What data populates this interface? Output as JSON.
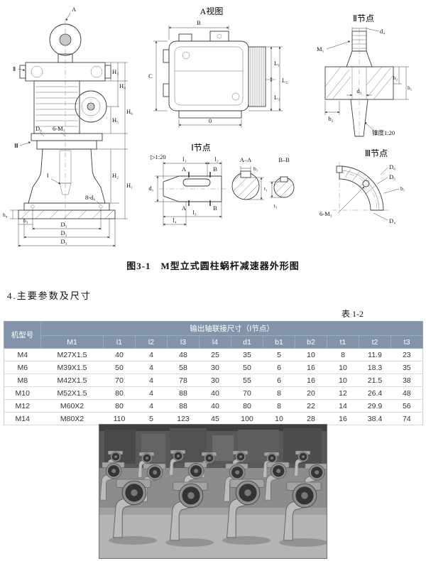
{
  "page": {
    "figure_caption": "图3-1　M型立式圆柱蜗杆减速器外形图",
    "section_heading": "4.主要参数及尺寸",
    "table_ref": "表 1-2"
  },
  "colors": {
    "table_header_bg": "#8294a9",
    "drawing_line": "#3a3a3a"
  },
  "drawings": {
    "front_view": {
      "labels": {
        "view_arrow": "A",
        "H1": "H₁",
        "H2": "H₂",
        "H3": "H₃",
        "H4": "H₄",
        "H5": "H₅",
        "H6": "H₆",
        "D1": "D₁",
        "D2": "D₂",
        "D3": "D₃",
        "D6": "D₆",
        "bolts_6M3": "6-M₃",
        "holes_8d0": "8-d₀",
        "h4": "h₄",
        "b3": "b₃",
        "node_I": "Ⅰ",
        "node_II": "Ⅱ",
        "node_III": "Ⅲ"
      }
    },
    "view_A": {
      "title": "A视图",
      "labels": {
        "B": "B",
        "C": "C",
        "L1": "L₁",
        "L2": "L₂",
        "L3": "L₃",
        "zero": "0"
      }
    },
    "node_II": {
      "title": "Ⅱ节点",
      "labels": {
        "d4": "d₄",
        "M1": "M₁",
        "d3": "d₃",
        "h1": "h₁",
        "h2": "h₂",
        "b2": "b₂",
        "taper": "锥度1:20"
      }
    },
    "node_I": {
      "title": "Ⅰ节点",
      "labels": {
        "taper": "▷1:20",
        "l1": "l₁",
        "l2": "l₂",
        "l3": "l₃",
        "l4": "l₄",
        "d1": "d₁",
        "A": "A",
        "B": "B",
        "section_AA": "A–A",
        "section_BB": "B–B",
        "b1": "b₁",
        "t1": "t₁",
        "t3": "t₃"
      }
    },
    "node_III": {
      "title": "Ⅲ节点",
      "labels": {
        "D6": "D₆",
        "D5": "D₅",
        "D4": "D₄",
        "b1": "b₁",
        "bolts_6M3": "6-M₃"
      }
    }
  },
  "table": {
    "col_model": "机型号",
    "span_header": "输出轴联接尺寸（Ⅰ节点）",
    "columns": [
      "M1",
      "l1",
      "l2",
      "l3",
      "l4",
      "d1",
      "b1",
      "b2",
      "t1",
      "t2",
      "t3"
    ],
    "rows": [
      {
        "model": "M4",
        "values": [
          "M27X1.5",
          "40",
          "4",
          "48",
          "25",
          "35",
          "5",
          "10",
          "8",
          "11.9",
          "23"
        ]
      },
      {
        "model": "M6",
        "values": [
          "M39X1.5",
          "50",
          "4",
          "58",
          "30",
          "50",
          "6",
          "16",
          "10",
          "18.3",
          "35"
        ]
      },
      {
        "model": "M8",
        "values": [
          "M42X1.5",
          "70",
          "4",
          "78",
          "30",
          "55",
          "6",
          "16",
          "10",
          "21.5",
          "38"
        ]
      },
      {
        "model": "M10",
        "values": [
          "M52X1.5",
          "80",
          "4",
          "88",
          "40",
          "70",
          "8",
          "20",
          "12",
          "26.4",
          "48"
        ]
      },
      {
        "model": "M12",
        "values": [
          "M60X2",
          "80",
          "4",
          "88",
          "40",
          "80",
          "8",
          "22",
          "14",
          "29.9",
          "56"
        ]
      },
      {
        "model": "M14",
        "values": [
          "M80X2",
          "110",
          "5",
          "123",
          "45",
          "100",
          "10",
          "28",
          "16",
          "38.4",
          "74"
        ]
      }
    ]
  }
}
